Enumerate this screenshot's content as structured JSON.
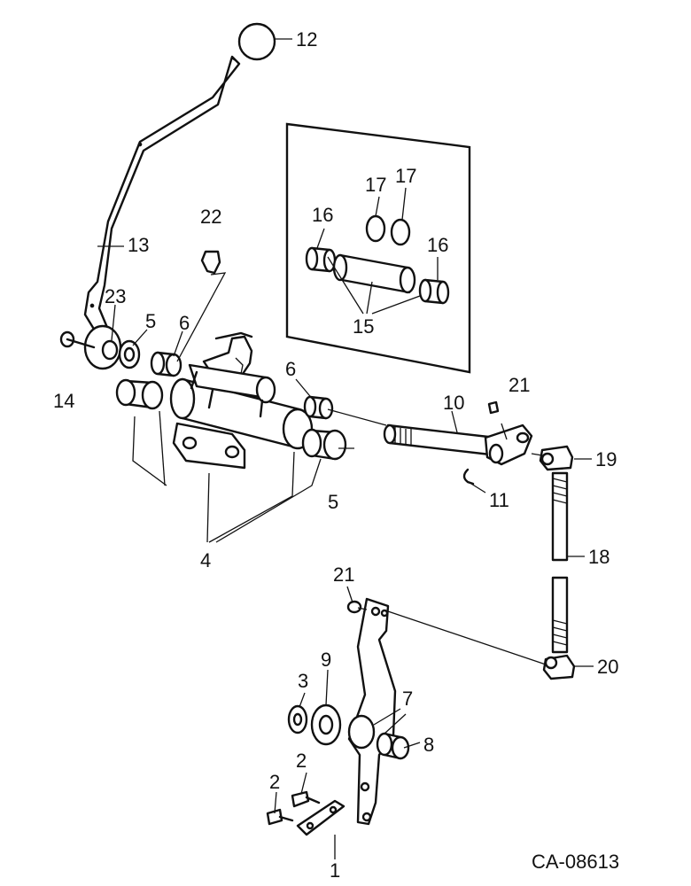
{
  "figure_code": "CA-08613",
  "callouts": {
    "c1": "1",
    "c2a": "2",
    "c2b": "2",
    "c3": "3",
    "c4": "4",
    "c5a": "5",
    "c5b": "5",
    "c6a": "6",
    "c6b": "6",
    "c7": "7",
    "c8": "8",
    "c9": "9",
    "c10": "10",
    "c11": "11",
    "c12": "12",
    "c13": "13",
    "c14": "14",
    "c15": "15",
    "c16a": "16",
    "c16b": "16",
    "c17a": "17",
    "c17b": "17",
    "c18": "18",
    "c19": "19",
    "c20": "20",
    "c21a": "21",
    "c21b": "21",
    "c22": "22",
    "c23": "23"
  }
}
